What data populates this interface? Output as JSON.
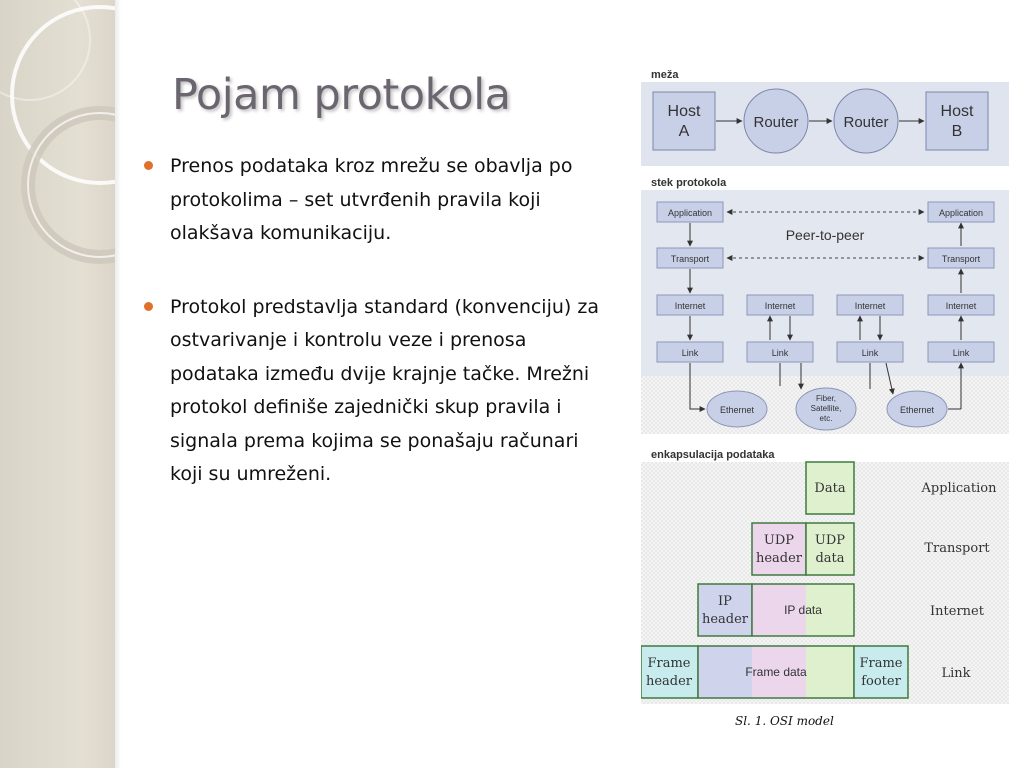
{
  "slide": {
    "title": "Pojam protokola",
    "accent_color": "#e0702a",
    "bullets": [
      "Prenos podataka kroz mrežu se obavlja po protokolima – set utvrđenih pravila koji olakšava komunikaciju.",
      "Protokol predstavlja standard (konvenciju) za ostvarivanje i kontrolu veze i prenosa podataka između dvije krajnje tačke. Mrežni protokol definiše zajednički skup pravila i signala prema kojima se ponašaju računari koji su umreženi."
    ]
  },
  "figure": {
    "caption": "Sl. 1. OSI model",
    "network": {
      "label": "meža",
      "host_a": "Host A",
      "router_1": "Router",
      "router_2": "Router",
      "host_b": "Host B"
    },
    "stack": {
      "label": "stek protokola",
      "peer_label": "Peer-to-peer",
      "application": "Application",
      "transport": "Transport",
      "internet": "Internet",
      "link": "Link",
      "media": [
        "Ethernet",
        "Fiber, Satellite, etc.",
        "Ethernet"
      ]
    },
    "encapsulation": {
      "label": "enkapsulacija podataka",
      "data": "Data",
      "udp_header": "UDP header",
      "udp_data": "UDP data",
      "ip_header": "IP header",
      "ip_data": "IP data",
      "frame_header": "Frame header",
      "frame_data": "Frame data",
      "frame_footer": "Frame footer",
      "layers": [
        "Application",
        "Transport",
        "Internet",
        "Link"
      ]
    }
  }
}
